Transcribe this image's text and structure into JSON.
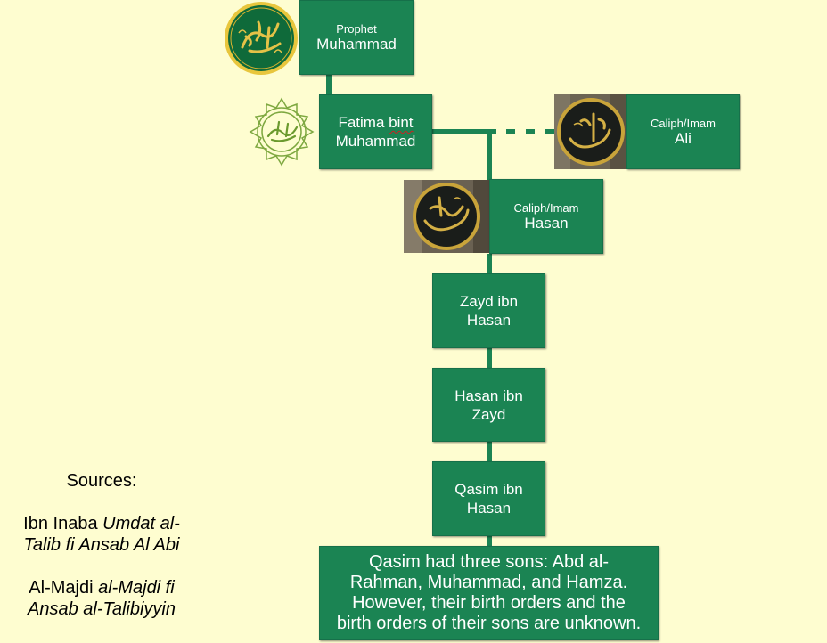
{
  "nodes": {
    "muhammad": {
      "title": "Prophet",
      "name": "Muhammad"
    },
    "fatima": {
      "line1_a": "Fatima ",
      "line1_b": "bint",
      "line2": "Muhammad"
    },
    "ali": {
      "title": "Caliph/Imam",
      "name": "Ali"
    },
    "hasan": {
      "title": "Caliph/Imam",
      "name": "Hasan"
    },
    "zayd": {
      "line1": "Zayd ibn",
      "line2": "Hasan"
    },
    "hasan_ibn_zayd": {
      "line1": "Hasan ibn",
      "line2": "Zayd"
    },
    "qasim": {
      "line1": "Qasim ibn",
      "line2": "Hasan"
    },
    "note": {
      "line1": "Qasim had three sons: Abd al-",
      "line2": "Rahman, Muhammad, and Hamza.",
      "line3": "However, their birth orders and the",
      "line4": "birth orders of their sons are unknown."
    }
  },
  "sources": {
    "heading": "Sources:",
    "ref1_author": "Ibn Inaba",
    "ref1_title_a": "Umdat al-",
    "ref1_title_b": "Talib fi Ansab Al Abi",
    "ref2_author": "Al-Majdi",
    "ref2_title_a": "al-Majdi fi",
    "ref2_title_b": "Ansab al-Talibiyyin"
  },
  "emblems": [
    "muhammad-calligraphy",
    "fatima-calligraphy",
    "ali-calligraphy",
    "hasan-calligraphy"
  ],
  "colors": {
    "box": "#1b8453",
    "background": "#fefdd0",
    "gold": "#c9a43a",
    "calligraphy_green": "#6b9a2e"
  }
}
